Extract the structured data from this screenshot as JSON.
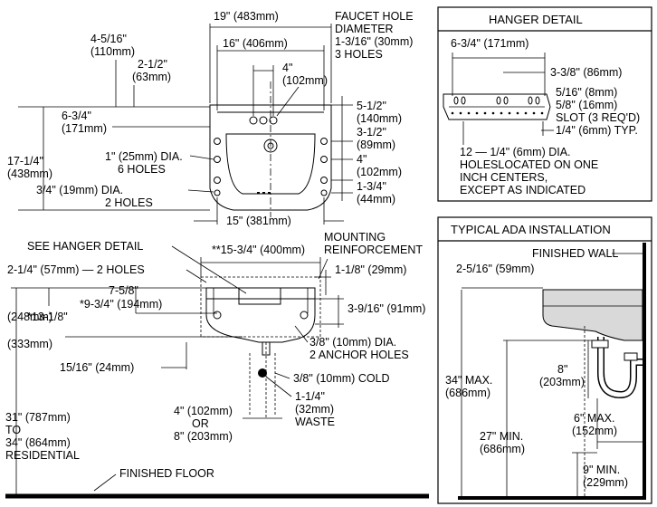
{
  "top_view": {
    "width_overall": "19\" (483mm)",
    "width_holes": "16\" (406mm)",
    "faucet_hole_diameter": [
      "FAUCET HOLE",
      "DIAMETER",
      "1-3/16\" (30mm)",
      "3 HOLES"
    ],
    "faucet_spacing": [
      "4\"",
      "(102mm)"
    ],
    "left_dim_a": [
      "4-5/16\"",
      "(110mm)"
    ],
    "left_dim_b": [
      "2-1/2\"",
      "(63mm)"
    ],
    "left_dim_c": [
      "6-3/4\"",
      "(171mm)"
    ],
    "depth_overall": [
      "17-1/4\"",
      "(438mm)"
    ],
    "hole_1in": [
      "1\" (25mm)  DIA.",
      "6 HOLES"
    ],
    "hole_3_4in": [
      "3/4\" (19mm)  DIA.",
      "2 HOLES"
    ],
    "right_dim_a": [
      "5-1/2\"",
      "(140mm)"
    ],
    "right_dim_b": [
      "3-1/2\"",
      "(89mm)"
    ],
    "right_dim_c": [
      "4\"",
      "(102mm)"
    ],
    "right_dim_d": [
      "1-3/4\"",
      "(44mm)"
    ],
    "bottom_width": "15\" (381mm)"
  },
  "hanger_detail": {
    "title": "HANGER DETAIL",
    "width": "6-3/4\" (171mm)",
    "inner_width": "3-3/8\" (86mm)",
    "slot": [
      "5/16\" (8mm)",
      "5/8\" (16mm)",
      "SLOT (3 REQ'D)",
      "1/4\" (6mm) TYP."
    ],
    "holes_note": [
      "12 — 1/4\" (6mm) DIA.",
      "HOLESLOCATED ON ONE",
      "INCH CENTERS,",
      "EXCEPT AS INDICATED"
    ]
  },
  "front_view": {
    "see_hanger": "SEE HANGER DETAIL",
    "mounting": [
      "MOUNTING",
      "REINFORCEMENT"
    ],
    "reinforcement_width": "**15-3/4\" (400mm)",
    "left_holes": "2-1/4\" (57mm) — 2 HOLES",
    "dim_1_1_8": "1-1/8\" (29mm)",
    "dim_7_5_8": "7-5/8\"",
    "dim_9_3_4": "*9-3/4\" (194mm)",
    "dim_248": "(248mm)",
    "dim_13_1_8": "*13-1/8\"",
    "dim_333": "(333mm)",
    "dim_3_9_16": "3-9/16\" (91mm)",
    "dim_15_16": "15/16\" (24mm)",
    "anchor_holes": [
      "3/8\" (10mm) DIA.",
      "2 ANCHOR HOLES"
    ],
    "cold": "3/8\" (10mm) COLD",
    "waste": [
      "1-1/4\"",
      "(32mm)",
      "WASTE"
    ],
    "spread": [
      "4\" (102mm)",
      "OR",
      "8\" (203mm)"
    ],
    "height": [
      "31\" (787mm)",
      "TO",
      "34\" (864mm)",
      "RESIDENTIAL"
    ],
    "floor": "FINISHED FLOOR"
  },
  "ada": {
    "title": "TYPICAL ADA INSTALLATION",
    "wall": "FINISHED WALL",
    "dim_2_5_16": "2-5/16\" (59mm)",
    "max_height": [
      "34\" MAX.",
      "(686mm)"
    ],
    "trap": [
      "8\"",
      "(203mm)"
    ],
    "min_height": [
      "27\" MIN.",
      "(686mm)"
    ],
    "max_depth": [
      "6\" MAX.",
      "(152mm)"
    ],
    "min_clear": [
      "9\" MIN.",
      "(229mm)"
    ]
  }
}
